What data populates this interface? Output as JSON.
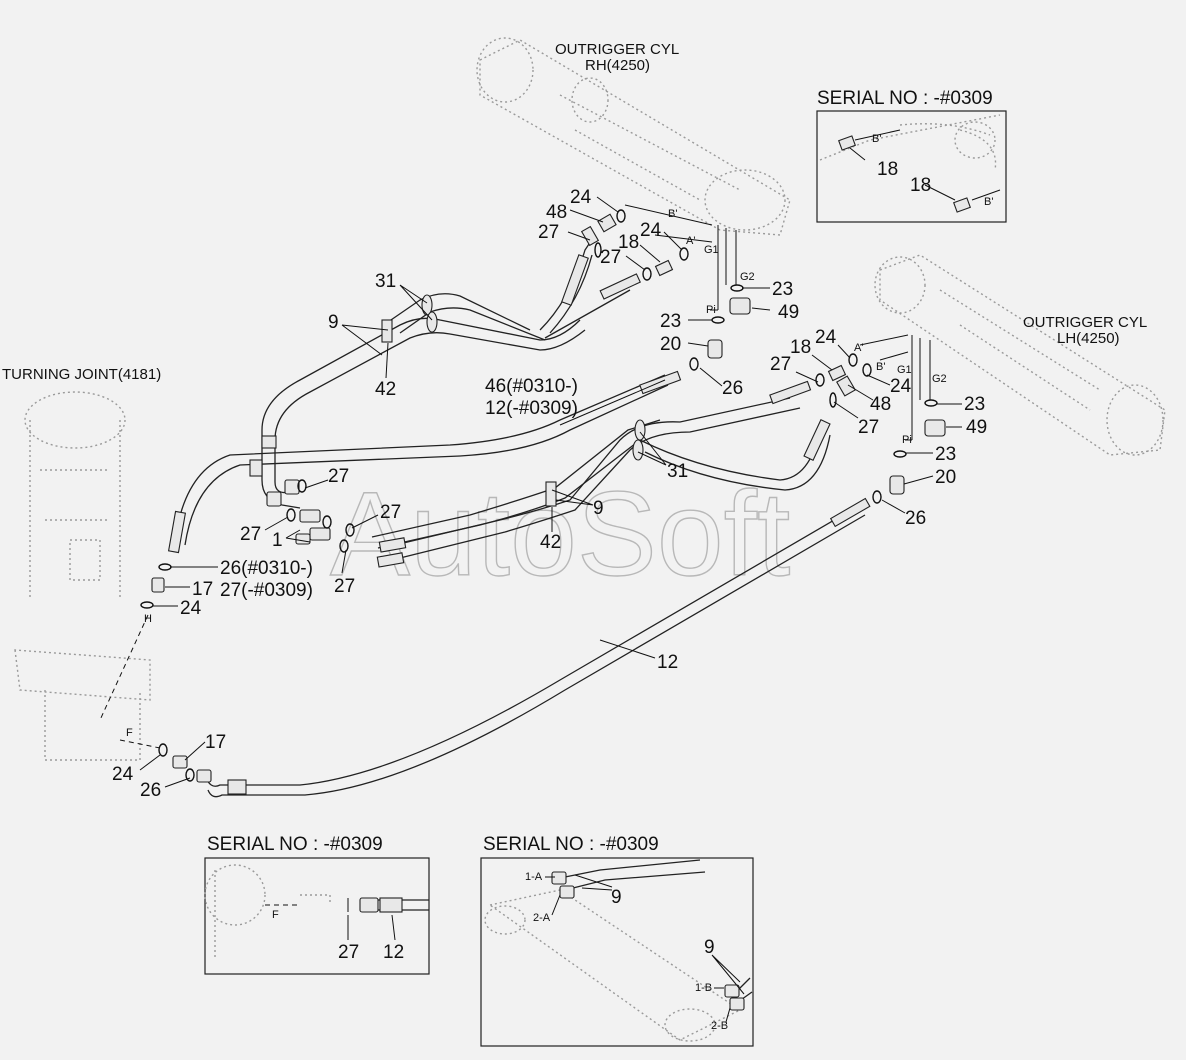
{
  "watermark": "AutoSoft",
  "components": {
    "outrigger_rh_line1": "OUTRIGGER CYL",
    "outrigger_rh_line2": "RH(4250)",
    "outrigger_lh_line1": "OUTRIGGER CYL",
    "outrigger_lh_line2": "LH(4250)",
    "turning_joint": "TURNING JOINT(4181)"
  },
  "parts": {
    "p31": "31",
    "p9": "9",
    "p42": "42",
    "p24a": "24",
    "p48a": "48",
    "p27a": "27",
    "p18a": "18",
    "p24b": "24",
    "p27b": "27",
    "p23a": "23",
    "p49a": "49",
    "p23b": "23",
    "p20a": "20",
    "p26a": "26",
    "p46": "46(#0310-)",
    "p12a": "12(-#0309)",
    "p24c": "24",
    "p18b": "18",
    "p27c": "27",
    "p24d": "24",
    "p48b": "48",
    "p27d": "27",
    "p23c": "23",
    "p49b": "49",
    "p23d": "23",
    "p20b": "20",
    "p26b": "26",
    "p31b": "31",
    "p9b": "9",
    "p42b": "42",
    "p27e": "27",
    "p27f": "27",
    "p27g": "27",
    "p1": "1",
    "p27h": "27",
    "p26c": "26(#0310-)",
    "p27i": "27(-#0309)",
    "p17a": "17",
    "p24e": "24",
    "p12b": "12",
    "p17b": "17",
    "p24f": "24",
    "p26d": "26"
  },
  "ports": {
    "b_prime": "B'",
    "a_prime": "A'",
    "g1": "G1",
    "g2": "G2",
    "pi": "Pi",
    "h": "H",
    "f": "F"
  },
  "inset_rh": {
    "title": "SERIAL NO : -#0309",
    "part_a": "18",
    "part_b": "18",
    "port_a": "B'",
    "port_b": "B'"
  },
  "inset_bl": {
    "title": "SERIAL NO : -#0309",
    "port": "F",
    "part_a": "27",
    "part_b": "12"
  },
  "inset_br": {
    "title": "SERIAL NO : -#0309",
    "port_1a": "1-A",
    "port_2a": "2-A",
    "port_1b": "1-B",
    "port_2b": "2-B",
    "part_a": "9",
    "part_b": "9"
  }
}
